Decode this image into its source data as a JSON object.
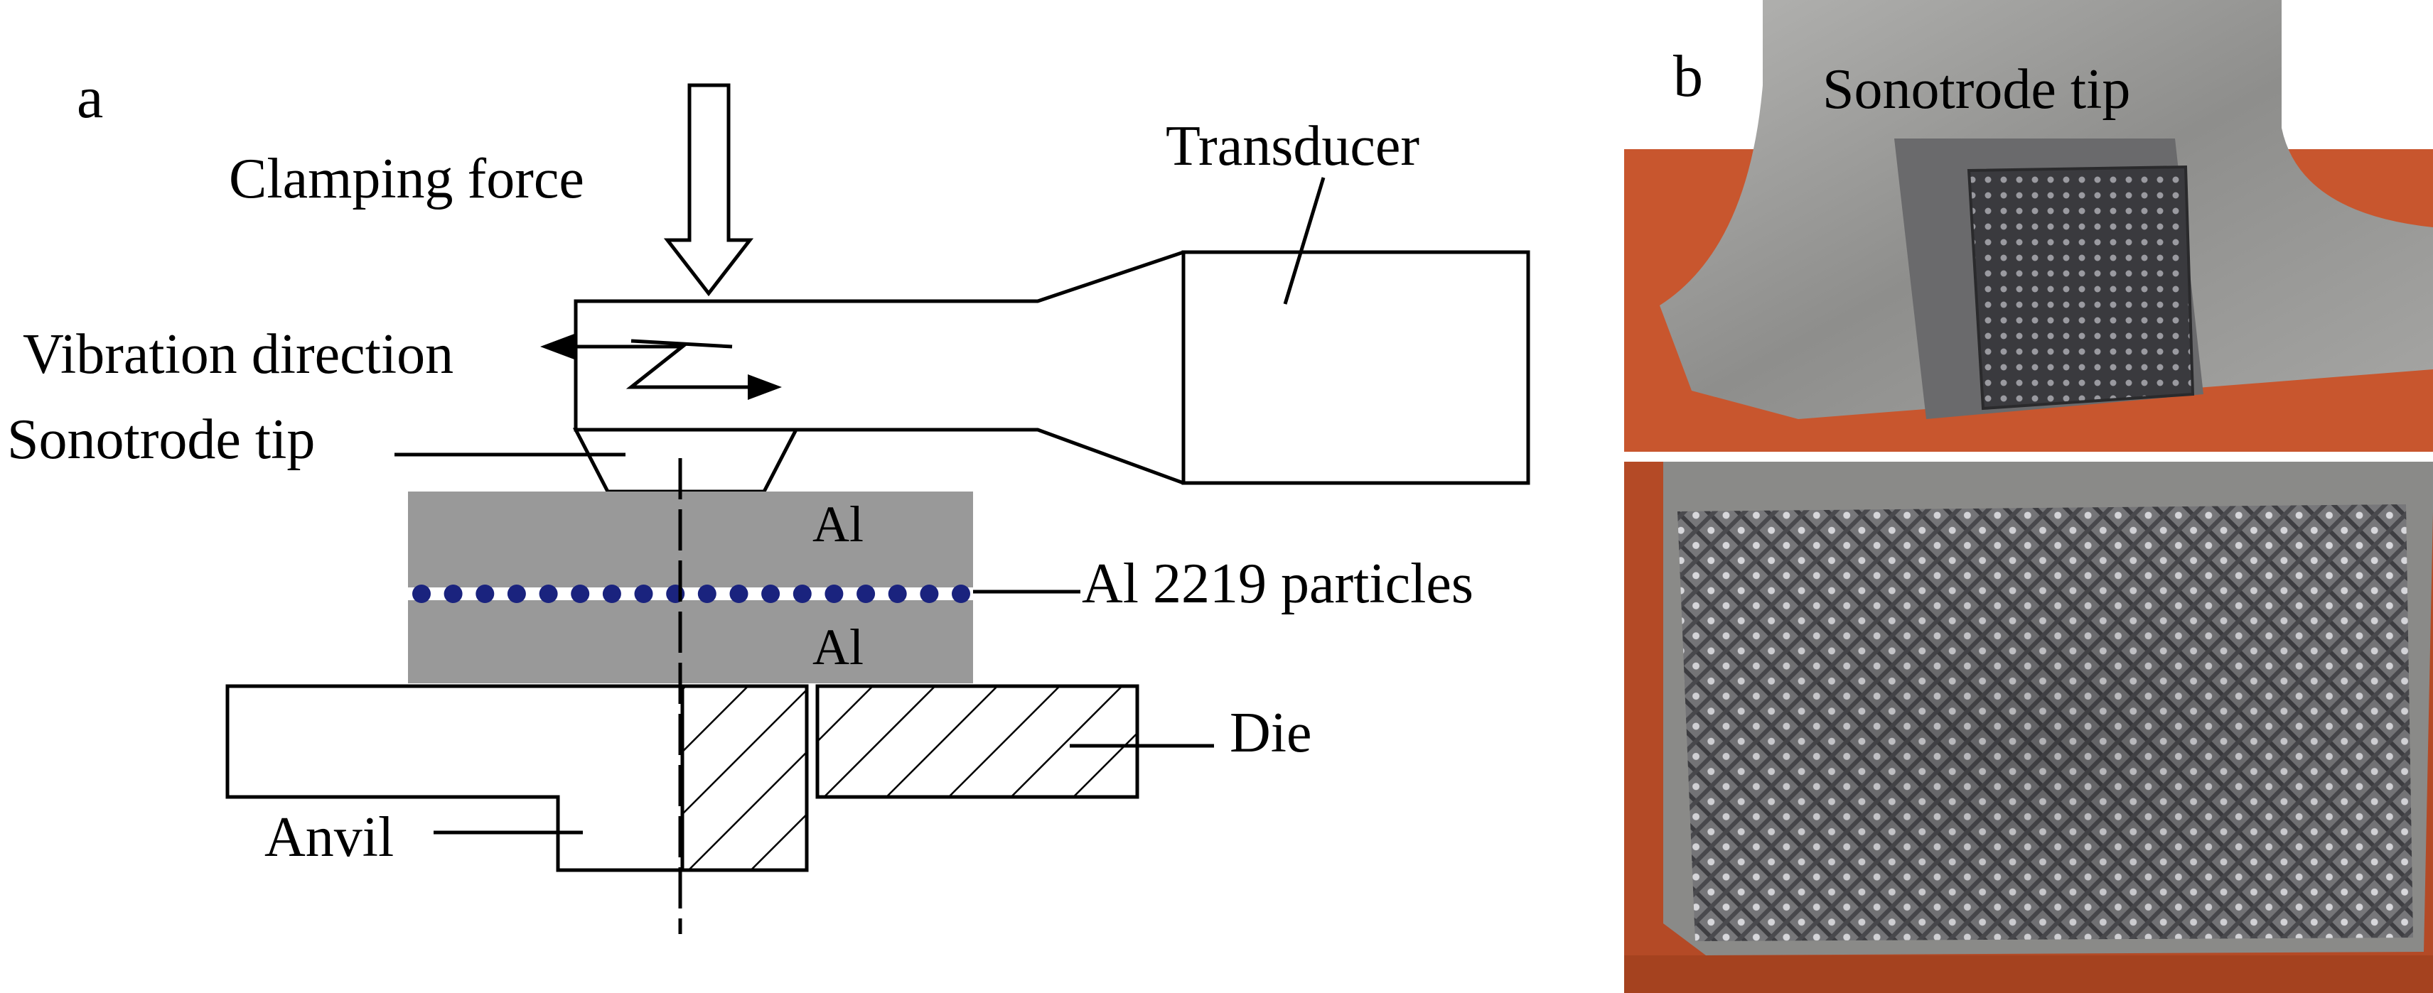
{
  "panel_a": {
    "panel_label": "a",
    "labels": {
      "clamping_force": "Clamping force",
      "transducer": "Transducer",
      "vibration_direction": "Vibration direction",
      "sonotrode_tip": "Sonotrode tip",
      "al_top": "Al",
      "al_bottom": "Al",
      "particles": "Al 2219 particles",
      "die": "Die",
      "anvil": "Anvil"
    },
    "colors": {
      "aluminum_sheet": "#999999",
      "particles": "#1a237e",
      "lines": "#000000"
    }
  },
  "panel_b": {
    "panel_label": "b",
    "top_photo_label": "Sonotrode tip",
    "colors": {
      "background_orange": "#c8562e",
      "steel": "#9a9a9a",
      "knurl_dark": "#3a3a3e"
    }
  }
}
